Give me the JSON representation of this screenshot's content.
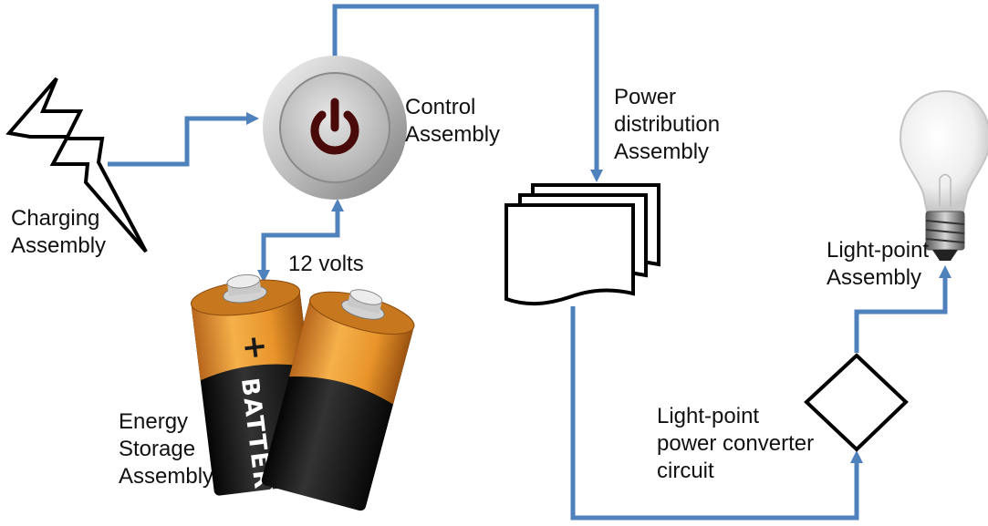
{
  "colors": {
    "connector": "#4f81bd",
    "outline": "#000000",
    "battery_gold": "#e8942a",
    "battery_body": "#1a1a1a",
    "power_symbol": "#4a0a0a"
  },
  "nodes": {
    "charging": {
      "label_line1": "Charging",
      "label_line2": "Assembly",
      "icon": "lightning-bolt-icon"
    },
    "control": {
      "label_line1": "Control",
      "label_line2": "Assembly",
      "icon": "power-button-icon"
    },
    "distribution": {
      "label_line1": "Power",
      "label_line2": "distribution",
      "label_line3": "Assembly",
      "icon": "multi-document-icon"
    },
    "storage": {
      "label_line1": "Energy",
      "label_line2": "Storage",
      "label_line3": "Assembly",
      "icon": "battery-icon",
      "battery_text": "BATTERY",
      "plus_sign": "+"
    },
    "converter": {
      "label_line1": "Light-point",
      "label_line2": "power converter",
      "label_line3": "circuit",
      "icon": "decision-diamond-icon"
    },
    "lightpoint": {
      "label_line1": "Light-point",
      "label_line2": "Assembly",
      "icon": "light-bulb-icon"
    }
  },
  "connectors": {
    "storage_control": {
      "label": "12 volts"
    }
  }
}
